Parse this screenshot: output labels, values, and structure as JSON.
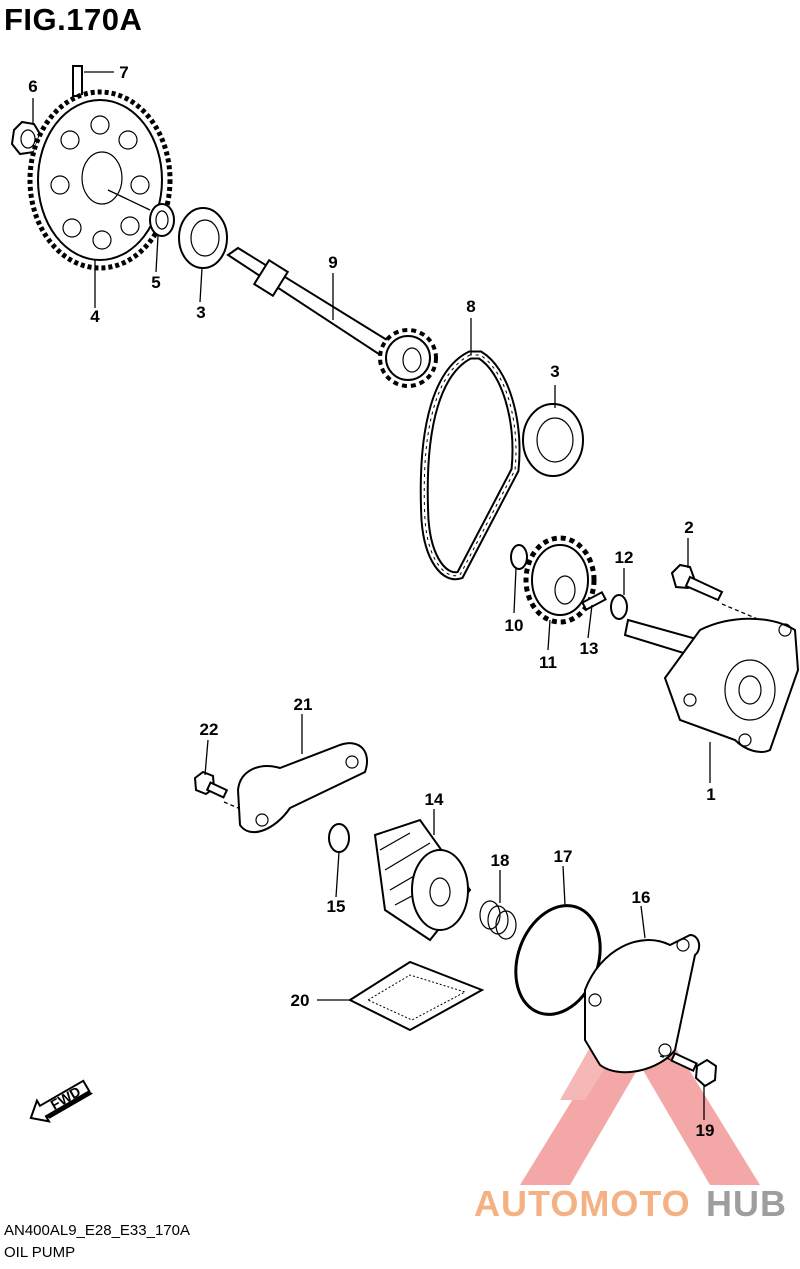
{
  "figure": {
    "title": "FIG.170A",
    "model_code": "AN400AL9_E28_E33_170A",
    "section_name": "OIL PUMP"
  },
  "callouts": [
    "1",
    "2",
    "3",
    "3",
    "4",
    "5",
    "6",
    "7",
    "8",
    "9",
    "10",
    "11",
    "12",
    "13",
    "14",
    "15",
    "16",
    "17",
    "18",
    "19",
    "20",
    "21",
    "22"
  ],
  "direction_label": "FWD",
  "watermark": {
    "brand_left": "AUTOMOTO",
    "brand_right": "HUB",
    "color_left": "#f4b183",
    "color_right": "#9e9e9e",
    "logo_color": "#f08a8a"
  }
}
